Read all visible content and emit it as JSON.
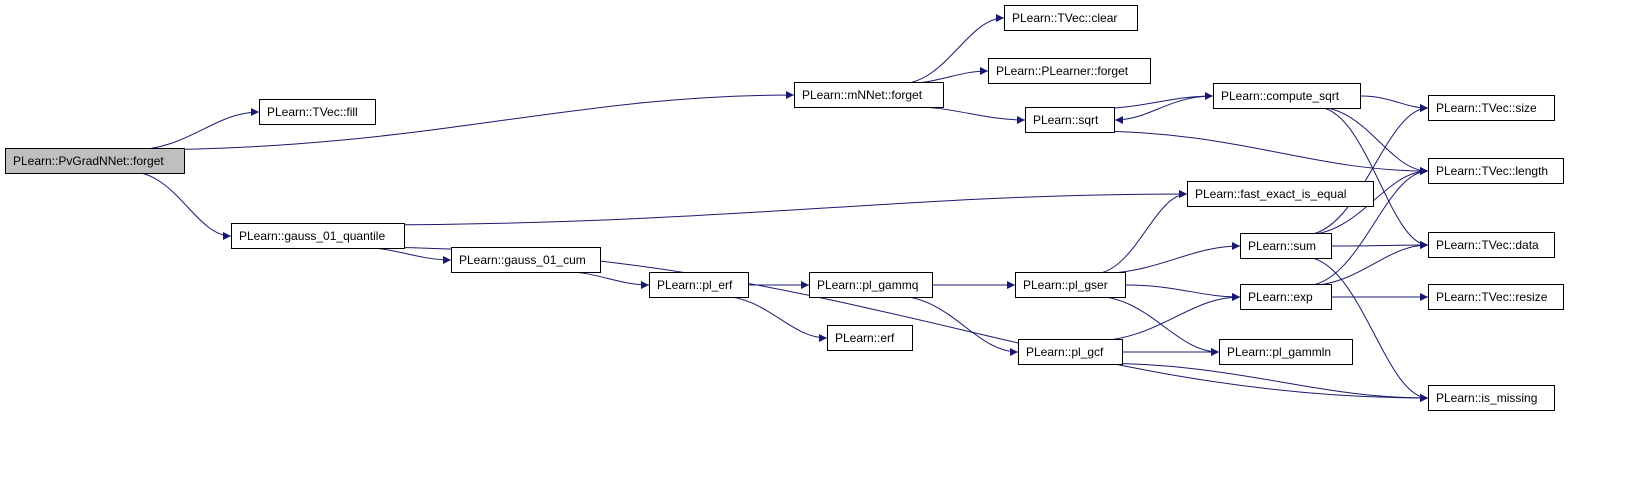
{
  "graph": {
    "edge_color": "#191970",
    "root_fill": "#bfbfbf",
    "node_fill": "#ffffff",
    "nodes": [
      {
        "id": "pvgradnnet_forget",
        "label": "PLearn::PvGradNNet::forget",
        "root": true
      },
      {
        "id": "tvec_fill",
        "label": "PLearn::TVec::fill"
      },
      {
        "id": "mnnet_forget",
        "label": "PLearn::mNNet::forget"
      },
      {
        "id": "gauss_01_quantile",
        "label": "PLearn::gauss_01_quantile"
      },
      {
        "id": "tvec_clear",
        "label": "PLearn::TVec::clear"
      },
      {
        "id": "plearner_forget",
        "label": "PLearn::PLearner::forget"
      },
      {
        "id": "sqrt",
        "label": "PLearn::sqrt"
      },
      {
        "id": "compute_sqrt",
        "label": "PLearn::compute_sqrt"
      },
      {
        "id": "tvec_size",
        "label": "PLearn::TVec::size"
      },
      {
        "id": "tvec_length",
        "label": "PLearn::TVec::length"
      },
      {
        "id": "tvec_data",
        "label": "PLearn::TVec::data"
      },
      {
        "id": "fast_exact_is_equal",
        "label": "PLearn::fast_exact_is_equal"
      },
      {
        "id": "is_missing",
        "label": "PLearn::is_missing"
      },
      {
        "id": "gauss_01_cum",
        "label": "PLearn::gauss_01_cum"
      },
      {
        "id": "pl_erf",
        "label": "PLearn::pl_erf"
      },
      {
        "id": "pl_gammq",
        "label": "PLearn::pl_gammq"
      },
      {
        "id": "erf",
        "label": "PLearn::erf"
      },
      {
        "id": "pl_gser",
        "label": "PLearn::pl_gser"
      },
      {
        "id": "pl_gcf",
        "label": "PLearn::pl_gcf"
      },
      {
        "id": "sum",
        "label": "PLearn::sum"
      },
      {
        "id": "exp",
        "label": "PLearn::exp"
      },
      {
        "id": "pl_gammln",
        "label": "PLearn::pl_gammln"
      },
      {
        "id": "tvec_resize",
        "label": "PLearn::TVec::resize"
      }
    ],
    "edges": [
      {
        "from": "pvgradnnet_forget",
        "to": "tvec_fill"
      },
      {
        "from": "pvgradnnet_forget",
        "to": "mnnet_forget"
      },
      {
        "from": "pvgradnnet_forget",
        "to": "gauss_01_quantile"
      },
      {
        "from": "mnnet_forget",
        "to": "tvec_clear"
      },
      {
        "from": "mnnet_forget",
        "to": "plearner_forget"
      },
      {
        "from": "mnnet_forget",
        "to": "sqrt"
      },
      {
        "from": "sqrt",
        "to": "compute_sqrt"
      },
      {
        "from": "sqrt",
        "to": "tvec_length"
      },
      {
        "from": "compute_sqrt",
        "to": "sqrt"
      },
      {
        "from": "compute_sqrt",
        "to": "tvec_size"
      },
      {
        "from": "compute_sqrt",
        "to": "tvec_length"
      },
      {
        "from": "compute_sqrt",
        "to": "tvec_data"
      },
      {
        "from": "gauss_01_quantile",
        "to": "fast_exact_is_equal"
      },
      {
        "from": "gauss_01_quantile",
        "to": "gauss_01_cum"
      },
      {
        "from": "gauss_01_quantile",
        "to": "is_missing"
      },
      {
        "from": "gauss_01_cum",
        "to": "pl_erf"
      },
      {
        "from": "pl_erf",
        "to": "pl_gammq"
      },
      {
        "from": "pl_erf",
        "to": "erf"
      },
      {
        "from": "pl_gammq",
        "to": "pl_gser"
      },
      {
        "from": "pl_gammq",
        "to": "pl_gcf"
      },
      {
        "from": "pl_gser",
        "to": "fast_exact_is_equal"
      },
      {
        "from": "pl_gser",
        "to": "sum"
      },
      {
        "from": "pl_gser",
        "to": "exp"
      },
      {
        "from": "pl_gser",
        "to": "pl_gammln"
      },
      {
        "from": "pl_gcf",
        "to": "exp"
      },
      {
        "from": "pl_gcf",
        "to": "pl_gammln"
      },
      {
        "from": "pl_gcf",
        "to": "is_missing"
      },
      {
        "from": "sum",
        "to": "tvec_size"
      },
      {
        "from": "sum",
        "to": "tvec_length"
      },
      {
        "from": "sum",
        "to": "tvec_data"
      },
      {
        "from": "sum",
        "to": "is_missing"
      },
      {
        "from": "exp",
        "to": "tvec_length"
      },
      {
        "from": "exp",
        "to": "tvec_data"
      },
      {
        "from": "exp",
        "to": "tvec_resize"
      }
    ]
  }
}
